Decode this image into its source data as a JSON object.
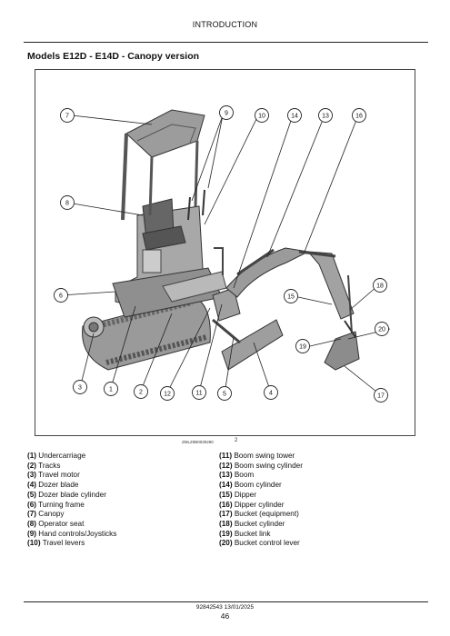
{
  "header": {
    "title": "INTRODUCTION"
  },
  "section": {
    "title": "Models E12D - E14D - Canopy version"
  },
  "figure": {
    "code": "ZMLZ0B0030280",
    "number": "2",
    "callouts": [
      "7",
      "9",
      "10",
      "14",
      "13",
      "16",
      "8",
      "6",
      "15",
      "18",
      "20",
      "19",
      "3",
      "1",
      "2",
      "12",
      "11",
      "5",
      "4",
      "17"
    ]
  },
  "legend": {
    "left": [
      {
        "num": "(1)",
        "label": "Undercarriage"
      },
      {
        "num": "(2)",
        "label": "Tracks"
      },
      {
        "num": "(3)",
        "label": "Travel motor"
      },
      {
        "num": "(4)",
        "label": "Dozer blade"
      },
      {
        "num": "(5)",
        "label": "Dozer blade cylinder"
      },
      {
        "num": "(6)",
        "label": "Turning frame"
      },
      {
        "num": "(7)",
        "label": "Canopy"
      },
      {
        "num": "(8)",
        "label": "Operator seat"
      },
      {
        "num": "(9)",
        "label": "Hand controls/Joysticks"
      },
      {
        "num": "(10)",
        "label": "Travel levers"
      }
    ],
    "right": [
      {
        "num": "(11)",
        "label": "Boom swing tower"
      },
      {
        "num": "(12)",
        "label": "Boom swing cylinder"
      },
      {
        "num": "(13)",
        "label": "Boom"
      },
      {
        "num": "(14)",
        "label": "Boom cylinder"
      },
      {
        "num": "(15)",
        "label": "Dipper"
      },
      {
        "num": "(16)",
        "label": "Dipper cylinder"
      },
      {
        "num": "(17)",
        "label": "Bucket (equipment)"
      },
      {
        "num": "(18)",
        "label": "Bucket cylinder"
      },
      {
        "num": "(19)",
        "label": "Bucket link"
      },
      {
        "num": "(20)",
        "label": "Bucket control lever"
      }
    ]
  },
  "footer": {
    "code": "92842543 13/01/2025",
    "page": "46"
  }
}
